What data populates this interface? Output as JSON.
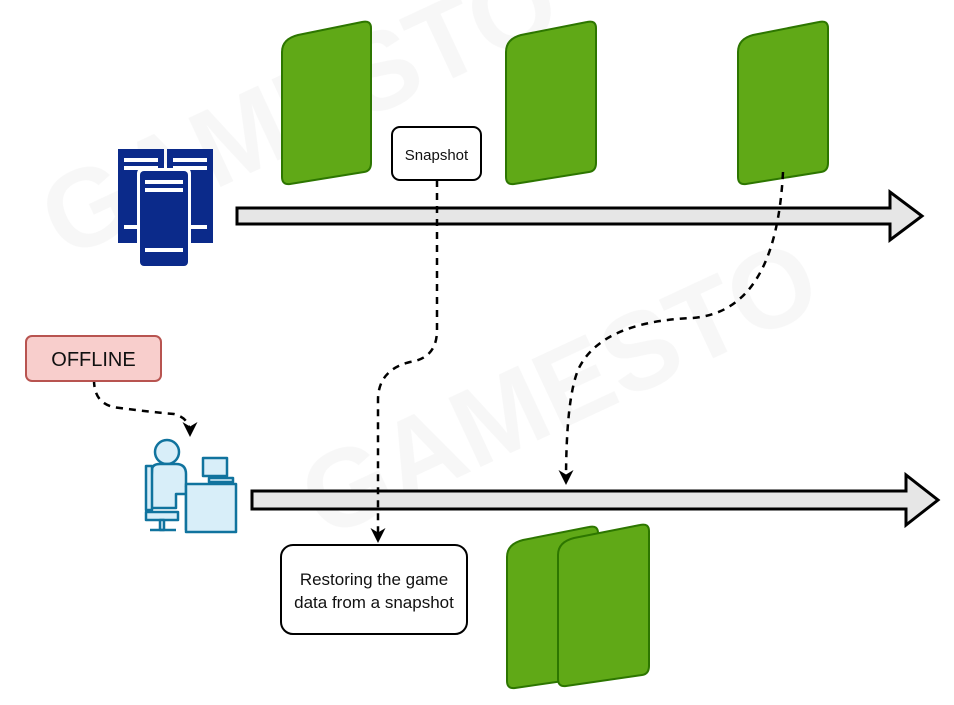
{
  "labels": {
    "snapshot": "Snapshot",
    "offline": "OFFLINE",
    "restore_line1": "Restoring the game",
    "restore_line2": "data from a snapshot"
  },
  "watermark": "GAMESTO",
  "colors": {
    "card_fill": "#60a917",
    "card_stroke": "#2d7600",
    "arrow_fill": "#e6e6e6",
    "server_blue": "#0b2a8a",
    "user_blue": "#1ba1e2",
    "offline_fill": "#f8cecc",
    "offline_stroke": "#b85450"
  },
  "icons": {
    "server": "server-rack-icon",
    "user": "user-at-computer-icon"
  }
}
